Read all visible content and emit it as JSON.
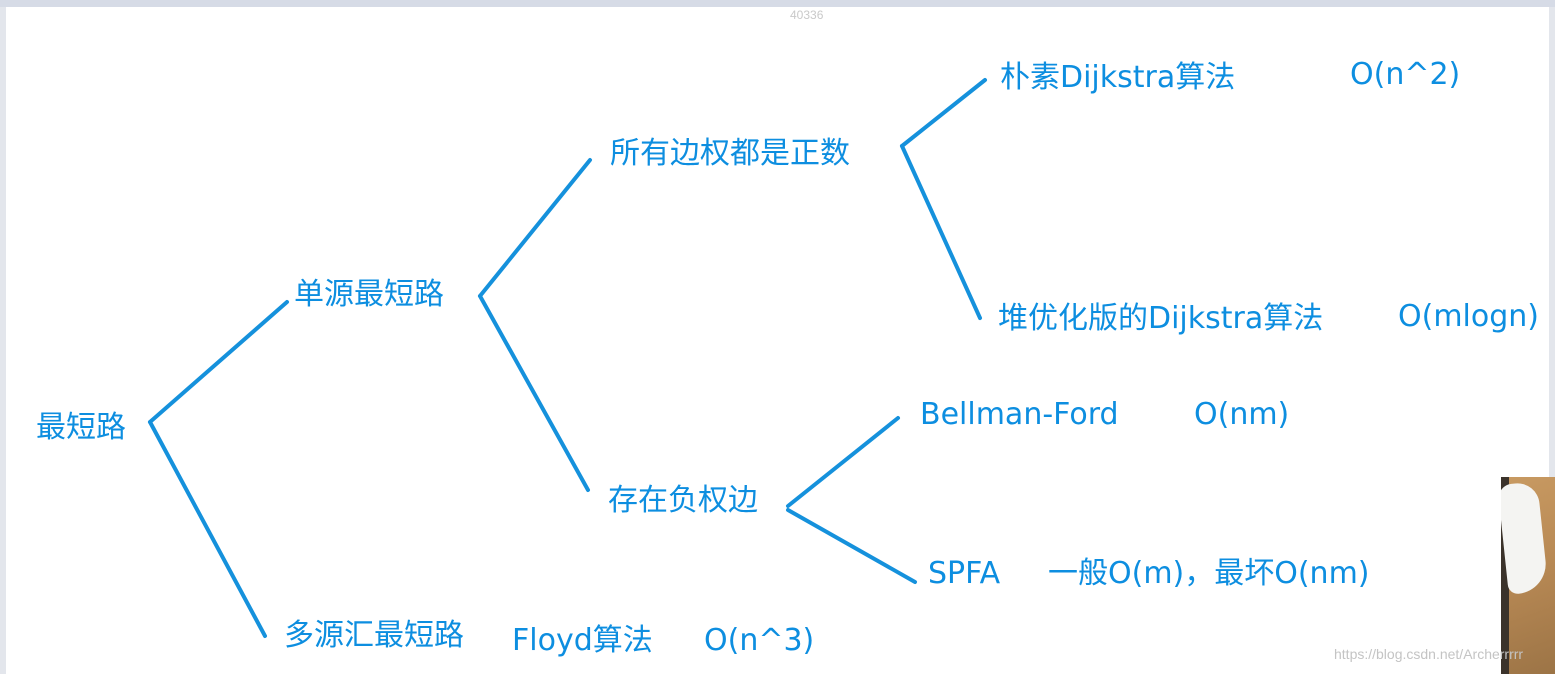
{
  "header": {
    "page_number": "40336"
  },
  "tree": {
    "root": {
      "label": "最短路"
    },
    "single_source": {
      "label": "单源最短路"
    },
    "multi_source": {
      "label": "多源汇最短路",
      "algorithm": "Floyd算法",
      "complexity": "O(n^3)"
    },
    "all_positive": {
      "label": "所有边权都是正数"
    },
    "has_negative": {
      "label": "存在负权边"
    },
    "naive_dijkstra": {
      "label": "朴素Dijkstra算法",
      "complexity": "O(n^2)"
    },
    "heap_dijkstra": {
      "label": "堆优化版的Dijkstra算法",
      "complexity": "O(mlogn)"
    },
    "bellman_ford": {
      "label": "Bellman-Ford",
      "complexity": "O(nm)"
    },
    "spfa": {
      "label": "SPFA",
      "complexity": "一般O(m)，最坏O(nm)"
    }
  },
  "colors": {
    "text": "#0d8ee0",
    "lines": "#1591dc"
  },
  "watermark": "https://blog.csdn.net/Archerrrrr"
}
